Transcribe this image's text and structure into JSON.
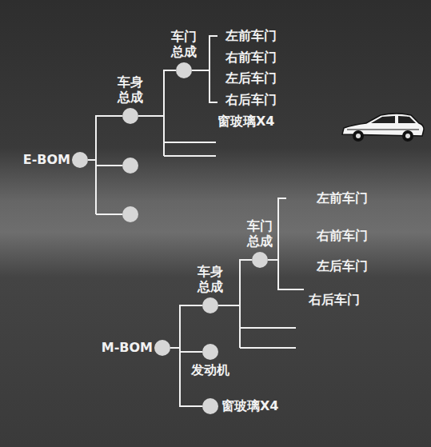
{
  "diagram": {
    "nodes": [
      {
        "text": [
          "E-BOM"
        ]
      },
      {
        "text": [
          "车身总成"
        ]
      },
      {
        "text": [
          "车门总成"
        ]
      },
      {
        "text": [
          "M-BOM"
        ]
      },
      {
        "text": [
          "车身总成"
        ]
      },
      {
        "text": [
          "车门总成"
        ]
      },
      {
        "text": [
          "发动机"
        ]
      },
      {
        "text": [
          "窗玻璃X4"
        ]
      }
    ],
    "edges": [
      {
        "from": 0,
        "to": 1,
        "arrow": "none"
      },
      {
        "from": 1,
        "to": 2,
        "arrow": "none"
      },
      {
        "from": 3,
        "to": 4,
        "arrow": "none"
      },
      {
        "from": 4,
        "to": 5,
        "arrow": "none"
      },
      {
        "from": 3,
        "to": 6,
        "arrow": "none"
      },
      {
        "from": 3,
        "to": 7,
        "arrow": "none"
      }
    ],
    "labels": [
      "左前车门",
      "右前车门",
      "左后车门",
      "右后车门",
      "窗玻璃X4",
      "左前车门",
      "右前车门",
      "左后车门",
      "右后车门"
    ]
  }
}
